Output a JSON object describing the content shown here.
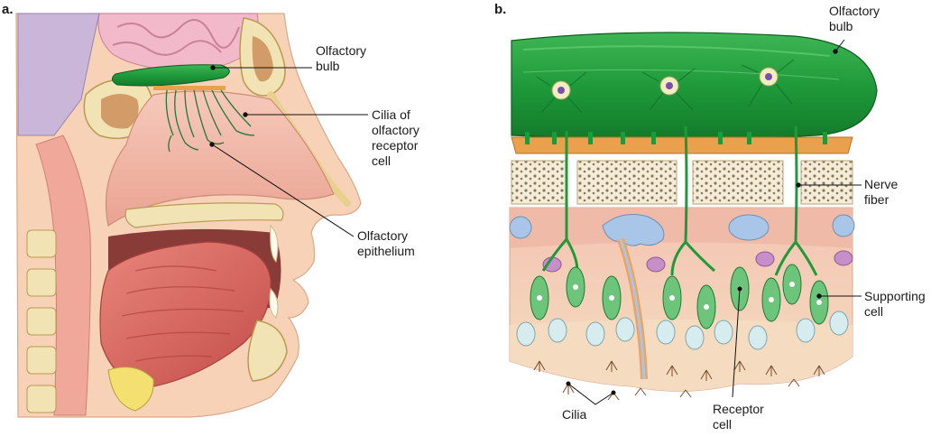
{
  "panels": [
    {
      "id": "a",
      "label": "a."
    },
    {
      "id": "b",
      "label": "b."
    }
  ],
  "labels": {
    "a_olfactory_bulb": "Olfactory\nbulb",
    "a_cilia": "Cilia of\nolfactory\nreceptor\ncell",
    "a_epithelium": "Olfactory\nepithelium",
    "b_olfactory_bulb": "Olfactory\nbulb",
    "b_nerve_fiber": "Nerve\nfiber",
    "b_supporting_cell": "Supporting\ncell",
    "b_cilia": "Cilia",
    "b_receptor_cell": "Receptor\ncell"
  },
  "colors": {
    "bulb_green": "#1f9a3a",
    "bulb_highlight": "#6fd27d",
    "flesh_pink": "#f2b6a6",
    "bone_cream": "#f1e3b4",
    "cribriform_orange": "#e9a14e",
    "mucosa_tan": "#f3d9b9"
  }
}
